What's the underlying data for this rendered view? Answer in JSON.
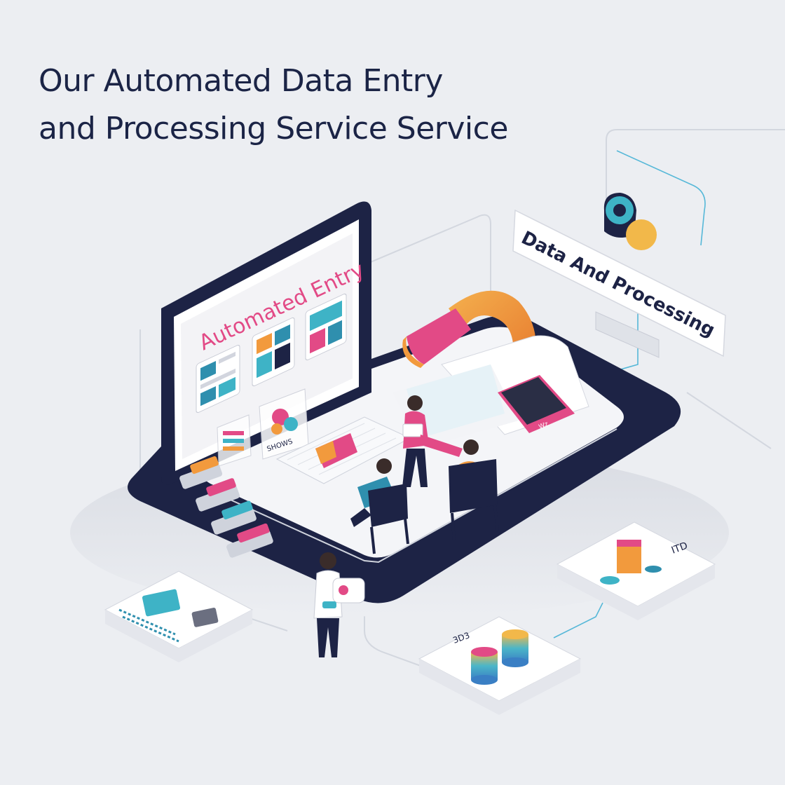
{
  "header": {
    "line1": "Our Automated Data Entry",
    "line2": "and Processing Service Service"
  },
  "monitor": {
    "title": "Automated Entry",
    "caption": "SHOWS"
  },
  "sign": {
    "label": "Data And Processing"
  },
  "tablet": {
    "label": "Wz"
  },
  "cards": {
    "db_label": "3D3",
    "right_label": "ITD"
  },
  "icons": {
    "cloud": "cloud-icon",
    "magnet": "magnet-icon",
    "database": "database-icon",
    "box": "box-icon"
  },
  "colors": {
    "background": "#eceef2",
    "navy": "#1d2345",
    "pink": "#e24a86",
    "orange": "#f29a3d",
    "teal": "#3eb3c6",
    "headline": "#1b2446"
  }
}
